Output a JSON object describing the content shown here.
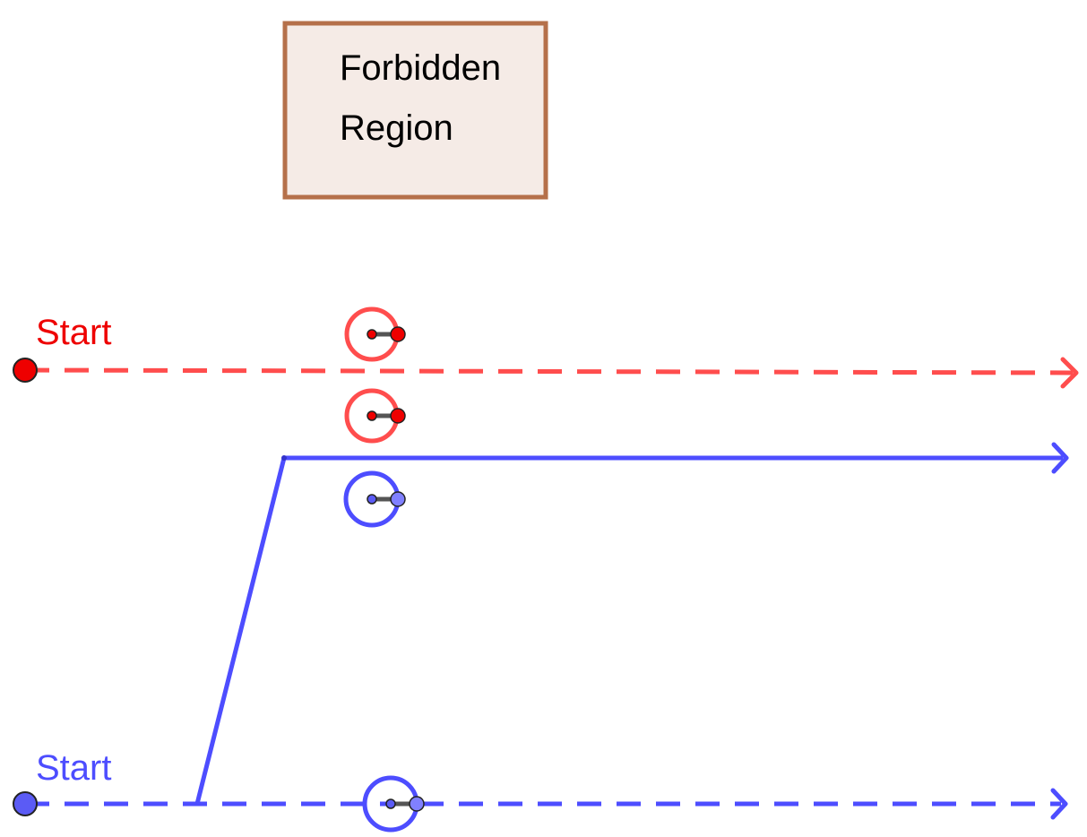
{
  "forbidden_region": {
    "line1": "Forbidden",
    "line2": "Region"
  },
  "paths": {
    "red": {
      "start_label": "Start",
      "color": "#ff4d4d",
      "point_color": "#ee0000"
    },
    "blue": {
      "start_label": "Start",
      "color": "#4d4dff",
      "point_color": "#5b5bf5"
    }
  },
  "colors": {
    "region_border": "#b5704a",
    "region_fill": "#f5ebe6",
    "connector": "#555555"
  }
}
